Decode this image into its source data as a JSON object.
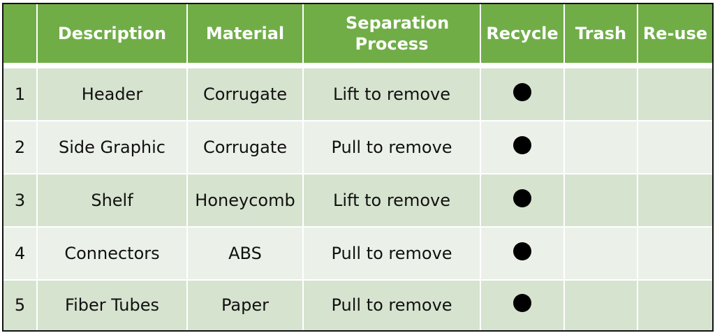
{
  "headers": [
    "",
    "Description",
    "Material",
    "Separation Process",
    "Recycle",
    "Trash",
    "Re-use"
  ],
  "rows": [
    {
      "num": "1",
      "description": "Header",
      "material": "Corrugate",
      "process": "Lift to remove",
      "recycle": true,
      "trash": false,
      "reuse": false
    },
    {
      "num": "2",
      "description": "Side Graphic",
      "material": "Corrugate",
      "process": "Pull to remove",
      "recycle": true,
      "trash": false,
      "reuse": false
    },
    {
      "num": "3",
      "description": "Shelf",
      "material": "Honeycomb",
      "process": "Lift to remove",
      "recycle": true,
      "trash": false,
      "reuse": false
    },
    {
      "num": "4",
      "description": "Connectors",
      "material": "ABS",
      "process": "Pull to remove",
      "recycle": true,
      "trash": false,
      "reuse": false
    },
    {
      "num": "5",
      "description": "Fiber Tubes",
      "material": "Paper",
      "process": "Pull to remove",
      "recycle": true,
      "trash": false,
      "reuse": false
    }
  ],
  "colors": {
    "header": "#70ad47",
    "row_odd": "#d6e3cf",
    "row_even": "#ebf1e9"
  }
}
